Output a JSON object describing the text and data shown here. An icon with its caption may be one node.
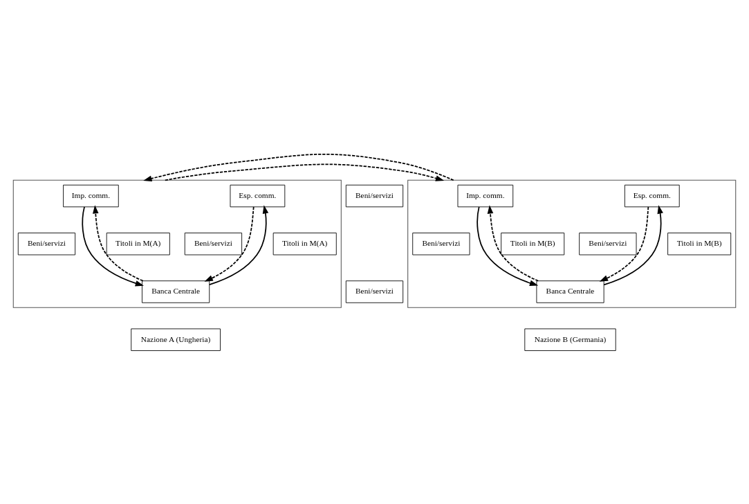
{
  "diagram": {
    "nodes": [
      {
        "text": [],
        "shape": "box"
      },
      {
        "text": [
          "Esp. comm."
        ],
        "in": 0
      },
      {
        "text": [
          "Imp. comm."
        ],
        "in": 0
      },
      {
        "text": [
          "Titoli in M(A)"
        ],
        "in": 0
      },
      {
        "text": [
          "Beni/servizi"
        ],
        "in": 0
      },
      {
        "text": [
          "Titoli in M(A)"
        ],
        "in": 0
      },
      {
        "text": [
          "Beni/servizi"
        ],
        "in": 0
      },
      {
        "text": [
          "Banca Centrale"
        ],
        "in": 0
      },
      {
        "text": [
          "Beni/servizi"
        ]
      },
      {
        "text": [
          "Beni/servizi"
        ]
      },
      {
        "text": [],
        "shape": "box"
      },
      {
        "text": [
          "Esp. comm."
        ],
        "in": 10
      },
      {
        "text": [
          "Imp. comm."
        ],
        "in": 10
      },
      {
        "text": [
          "Titoli in M(B)"
        ],
        "in": 10
      },
      {
        "text": [
          "Beni/servizi"
        ],
        "in": 10
      },
      {
        "text": [
          "Titoli in M(B)"
        ],
        "in": 10
      },
      {
        "text": [
          "Beni/servizi"
        ],
        "in": 10
      },
      {
        "text": [
          "Banca Centrale"
        ],
        "in": 10
      },
      {
        "text": [
          "Nazione A (Ungheria)"
        ]
      },
      {
        "text": [
          "Nazione B (Germania)"
        ]
      }
    ],
    "edges": [
      {
        "from": 7,
        "to": 1,
        "arrow": "to"
      },
      {
        "from": 1,
        "to": 7,
        "arrow": "to",
        "style": "dashed"
      },
      {
        "from": 2,
        "to": 7,
        "arrow": "to"
      },
      {
        "from": 7,
        "to": 2,
        "arrow": "to",
        "style": "dashed"
      },
      {
        "from": 0,
        "to": 10,
        "arrow": "to",
        "style": "dashed"
      },
      {
        "from": 10,
        "to": 0,
        "arrow": "to",
        "style": "dashed"
      },
      {
        "from": 17,
        "to": 11,
        "arrow": "to"
      },
      {
        "from": 11,
        "to": 17,
        "arrow": "to",
        "style": "dashed"
      },
      {
        "from": 12,
        "to": 17,
        "arrow": "to"
      },
      {
        "from": 17,
        "to": 12,
        "arrow": "to",
        "style": "dashed"
      }
    ]
  }
}
